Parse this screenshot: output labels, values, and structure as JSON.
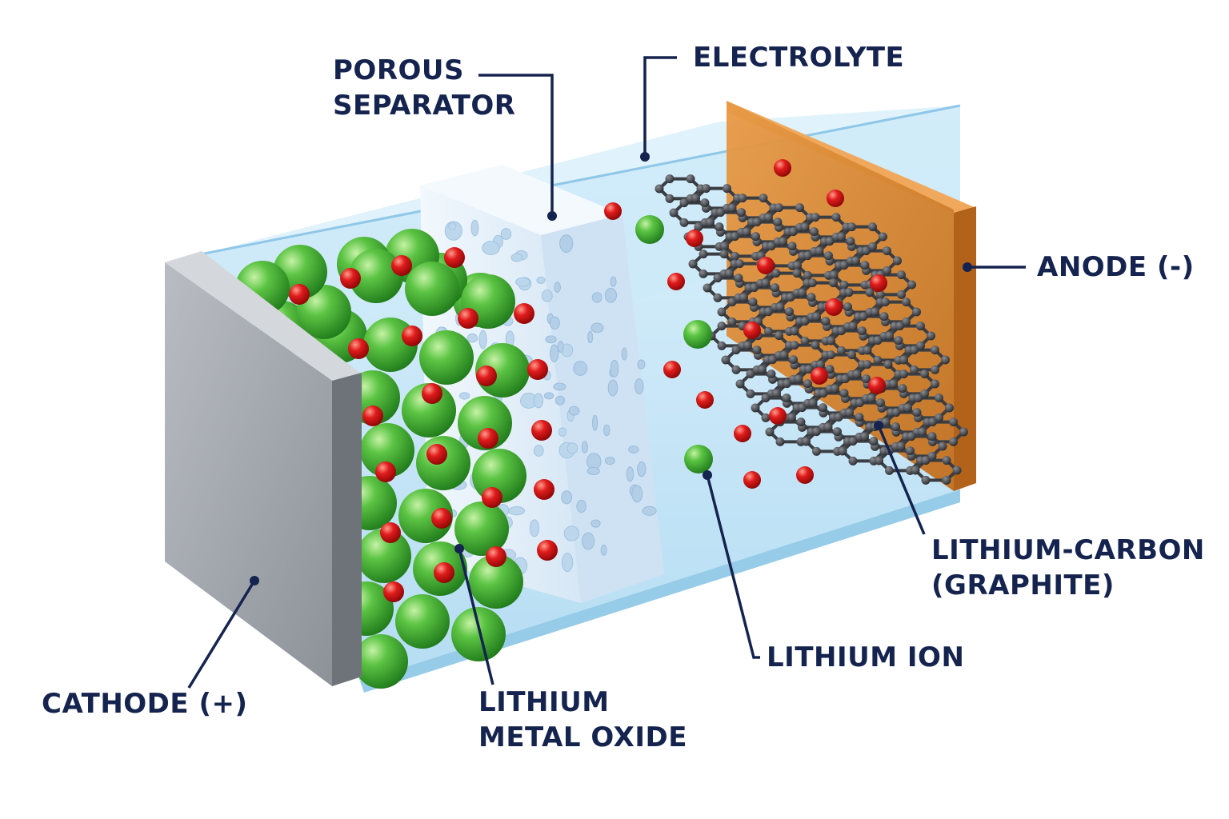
{
  "labels": {
    "porous_separator": [
      "POROUS",
      "SEPARATOR"
    ],
    "electrolyte": "ELECTROLYTE",
    "anode": "ANODE (-)",
    "lithium_carbon": [
      "LITHIUM-CARBON",
      "(GRAPHITE)"
    ],
    "lithium_ion": "LITHIUM ION",
    "lithium_metal_oxide": [
      "LITHIUM",
      "METAL OXIDE"
    ],
    "cathode": "CATHODE (+)"
  },
  "colors": {
    "label_text": "#15234f",
    "leader_line": "#15234f",
    "cathode_plate": "#9ea3aa",
    "anode_plate": "#d9852e",
    "electrolyte": "#bfe3f6",
    "separator": "#e4f0fa",
    "lithium_metal_sphere": "#4fb43a",
    "oxygen_sphere": "#d42020",
    "graphite": "#3a3d42"
  }
}
